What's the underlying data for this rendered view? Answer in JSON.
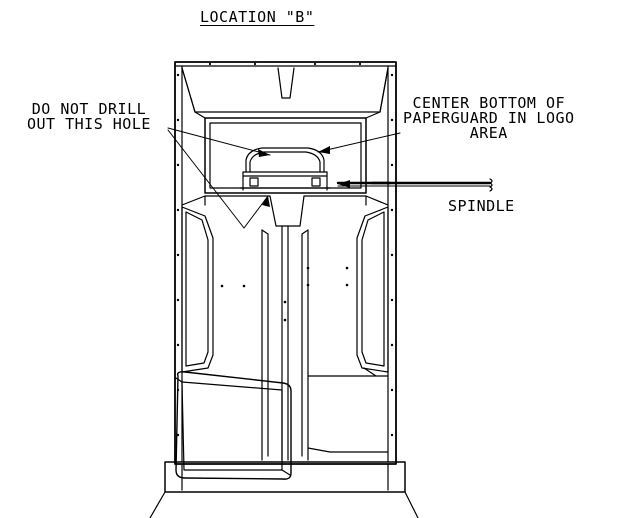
{
  "title": "LOCATION \"B\"",
  "callouts": {
    "do_not_drill": [
      "DO NOT DRILL",
      "OUT THIS HOLE"
    ],
    "center_bottom": [
      "CENTER BOTTOM OF",
      "PAPERGUARD IN LOGO",
      "AREA"
    ],
    "spindle": "SPINDLE"
  },
  "colors": {
    "line": "#000000",
    "background": "#ffffff"
  }
}
